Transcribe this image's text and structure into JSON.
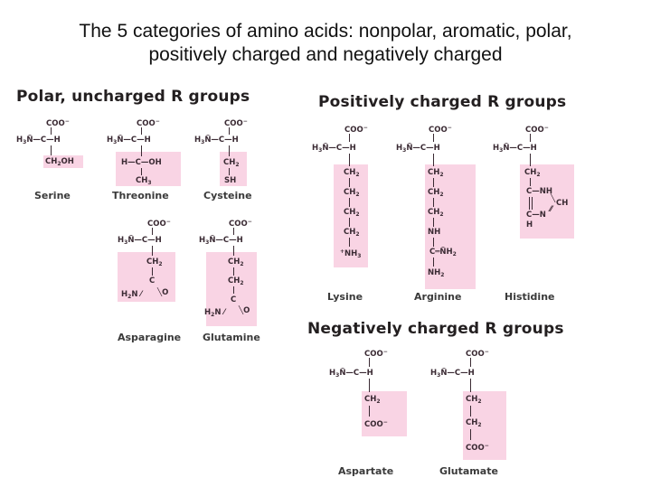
{
  "title": {
    "line1": "The 5 categories of amino acids: nonpolar, aromatic, polar,",
    "line2": "positively charged and negatively charged"
  },
  "colors": {
    "r_group_highlight": "#f9d4e4",
    "text": "#231f20"
  },
  "groups": {
    "polar": {
      "heading": "Polar, uncharged R groups",
      "amino_acids": [
        {
          "name": "Serine",
          "r_group": [
            "CH₂OH"
          ]
        },
        {
          "name": "Threonine",
          "r_group": [
            "H—C—OH",
            "CH₃"
          ]
        },
        {
          "name": "Cysteine",
          "r_group": [
            "CH₂",
            "SH"
          ]
        },
        {
          "name": "Asparagine",
          "r_group": [
            "CH₂",
            "C",
            "H₂N",
            "O"
          ]
        },
        {
          "name": "Glutamine",
          "r_group": [
            "CH₂",
            "CH₂",
            "C",
            "H₂N",
            "O"
          ]
        }
      ]
    },
    "positive": {
      "heading": "Positively charged R groups",
      "amino_acids": [
        {
          "name": "Lysine",
          "r_group": [
            "CH₂",
            "CH₂",
            "CH₂",
            "CH₂",
            "⁺NH₃"
          ]
        },
        {
          "name": "Arginine",
          "r_group": [
            "CH₂",
            "CH₂",
            "CH₂",
            "NH",
            "C═N⁺H₂",
            "NH₂"
          ]
        },
        {
          "name": "Histidine",
          "r_group": [
            "CH₂",
            "C—NH",
            "CH",
            "C—N",
            "H"
          ]
        }
      ]
    },
    "negative": {
      "heading": "Negatively charged R groups",
      "amino_acids": [
        {
          "name": "Aspartate",
          "r_group": [
            "CH₂",
            "COO⁻"
          ]
        },
        {
          "name": "Glutamate",
          "r_group": [
            "CH₂",
            "CH₂",
            "COO⁻"
          ]
        }
      ]
    }
  },
  "backbone": {
    "carboxyl": "COO⁻",
    "amine": "H₃N⁺",
    "alpha": "C",
    "h": "H"
  }
}
